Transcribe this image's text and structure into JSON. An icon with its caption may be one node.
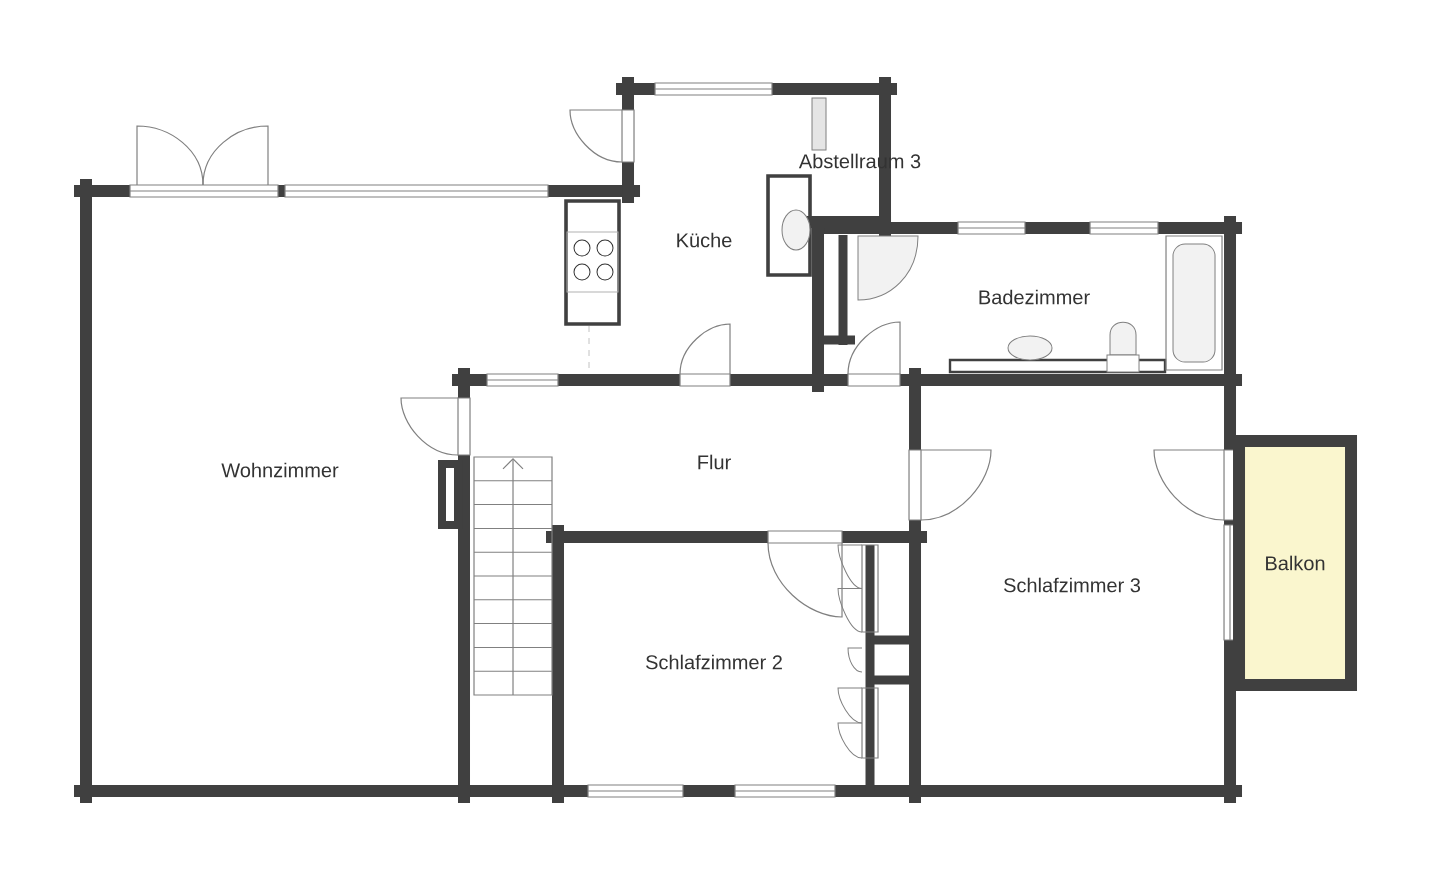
{
  "diagram": {
    "nodes": [
      {
        "text": [
          "Abstellraum 3"
        ]
      },
      {
        "text": [
          "Küche"
        ]
      },
      {
        "text": [
          "Badezimmer"
        ]
      },
      {
        "text": [
          "Wohnzimmer"
        ]
      },
      {
        "text": [
          "Flur"
        ]
      },
      {
        "text": [
          "Balkon"
        ]
      },
      {
        "text": [
          "Schlafzimmer 3"
        ]
      },
      {
        "text": [
          "Schlafzimmer 2"
        ]
      }
    ]
  }
}
